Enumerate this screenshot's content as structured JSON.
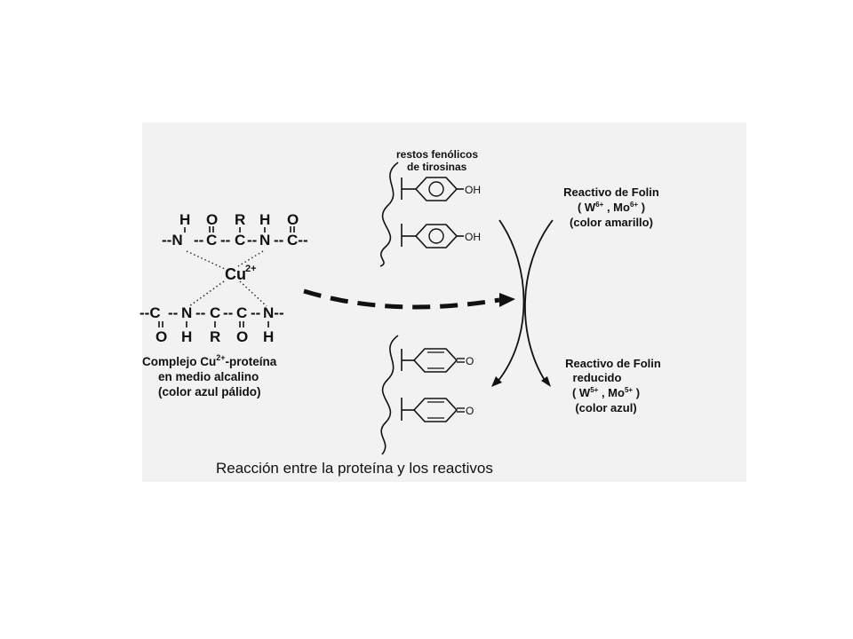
{
  "peptide": {
    "top_h": [
      "H",
      "H"
    ],
    "top_o": [
      "O",
      "O"
    ],
    "top_r": "R",
    "top_chain": [
      "--N",
      "C",
      "C",
      "N",
      "C--"
    ],
    "dash": "--",
    "cu": "Cu",
    "cu_charge": "2+",
    "bot_chain": [
      "--C",
      "N",
      "C",
      "C",
      "N--"
    ],
    "bot_o": [
      "O",
      "O"
    ],
    "bot_h": [
      "H",
      "H"
    ],
    "bot_r": "R",
    "complex_label": {
      "l1a": "Complejo Cu",
      "l1sup": "2+",
      "l1b": "-proteína",
      "l2": "en medio alcalino",
      "l3": "(color azul pálido)"
    }
  },
  "phenols": {
    "label": [
      "restos fenólicos",
      "de tirosinas"
    ],
    "oh": "OH",
    "o": "O"
  },
  "folin_oxidized": {
    "line1": "Reactivo de Folin",
    "ion1": "W",
    "ion1_sup": "6+",
    "ion2": "Mo",
    "ion2_sup": "6+",
    "open": "( ",
    "sep": " , ",
    "close": " )",
    "color": "(color amarillo)"
  },
  "folin_reduced": {
    "line1": "Reactivo de Folin",
    "line2": "reducido",
    "ion1": "W",
    "ion1_sup": "5+",
    "ion2": "Mo",
    "ion2_sup": "5+",
    "open": "( ",
    "sep": " , ",
    "close": " )",
    "color": "(color azul)"
  },
  "caption": "Reacción entre la proteína y los reactivos"
}
